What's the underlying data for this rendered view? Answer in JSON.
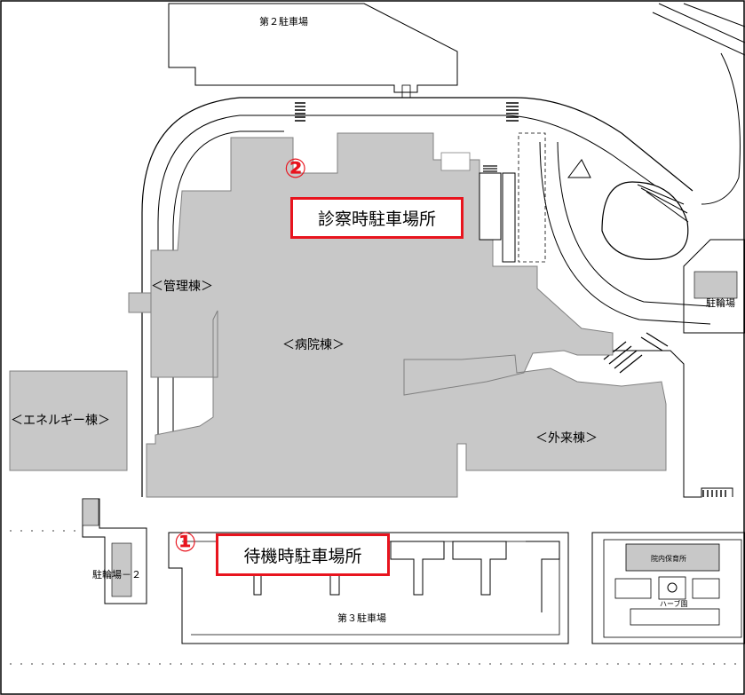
{
  "labels": {
    "parking_2": "第２駐車場",
    "parking_3": "第３駐車場",
    "admin_building": "＜管理棟＞",
    "hospital_building": "＜病院棟＞",
    "energy_building": "＜エネルギー棟＞",
    "outpatient_building": "＜外来棟＞",
    "bicycle_parking": "駐輪場",
    "bicycle_parking_2": "駐輪場－２",
    "nursery": "院内保育所",
    "herb_garden": "ハーブ園"
  },
  "callouts": {
    "exam_parking": {
      "marker": "②",
      "text": "診察時駐車場所"
    },
    "waiting_parking": {
      "marker": "①",
      "text": "待機時駐車場所"
    }
  },
  "colors": {
    "building_fill": "#c8c8c8",
    "callout_accent": "#e8141e"
  }
}
